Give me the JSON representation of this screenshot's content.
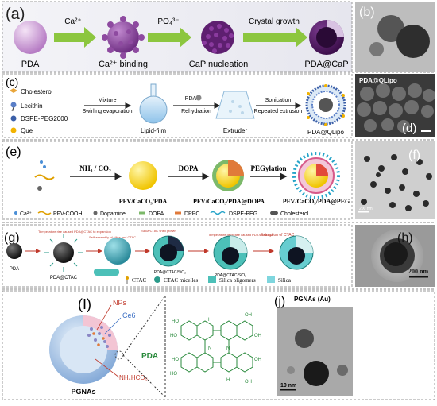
{
  "panel_a": {
    "label": "(a)",
    "stages": [
      "PDA",
      "Ca²⁺ binding",
      "CaP nucleation",
      "PDA@CaP"
    ],
    "arrows": [
      "Ca²⁺",
      "PO₄³⁻",
      "Crystal growth"
    ]
  },
  "panel_b": {
    "label": "(b)"
  },
  "panel_c": {
    "label": "(c)",
    "legend": [
      "Cholesterol",
      "Lecithin",
      "DSPE-PEG2000",
      "Que"
    ],
    "steps": [
      {
        "top": "Mixture",
        "bottom": "Swirling evaporation"
      },
      {
        "top": "PDA",
        "bottom": "Rehydration"
      },
      {
        "top": "Sonication",
        "bottom": "Repeated extrusion"
      }
    ],
    "stage_labels": [
      "Lipid-film",
      "Extruder",
      "PDA@QLipo"
    ]
  },
  "panel_d": {
    "label": "(d)",
    "title": "PDA@QLipo"
  },
  "panel_e": {
    "label": "(e)",
    "arrows": [
      "NH₃ / CO₂",
      "DOPA",
      "PEGylation"
    ],
    "stage_labels": [
      "PFV/CaCO₃/PDA",
      "PFV/CaCO₃/PDA@DOPA",
      "PFV/CaCO₃/PDA@PEG"
    ],
    "legend": [
      "Ca²⁺",
      "PFV-COOH",
      "Dopamine",
      "DOPA",
      "DPPC",
      "DSPE-PEG",
      "Cholesterol"
    ]
  },
  "panel_f": {
    "label": "(f)",
    "scale": "200 nm"
  },
  "panel_g": {
    "label": "(g)",
    "annotations": [
      "Temperature rise caused PDA@CTAC to expansion",
      "Self-assembly of silica and CTAC",
      "Silica/CTAC shell growth",
      "Temperature decrease caused PDA shrinkage",
      "Extraction of CTAC"
    ],
    "stage_labels": [
      "PDA",
      "PDA@CTAC",
      "PDA@CTAC/SiO₂",
      "PDA@CTAC/SiO₂"
    ],
    "legend": [
      "CTAC",
      "CTAC micelles",
      "Silica oligomers",
      "Silica"
    ]
  },
  "panel_h": {
    "label": "(h)",
    "scale": "200 nm"
  },
  "panel_i": {
    "label": "(I)",
    "callouts": [
      "NPs",
      "Ce6",
      "NH₄HCO₃"
    ],
    "particle_label": "PGNAs",
    "structure_label": "PDA"
  },
  "panel_j": {
    "label": "(j)",
    "title": "PGNAs (Au)",
    "scale": "10 nm"
  },
  "colors": {
    "arrow_green": "#8cc63f",
    "pda_purple": "#b48ccd",
    "teal": "#2c9aa6",
    "green_text": "#2a8a3c"
  }
}
